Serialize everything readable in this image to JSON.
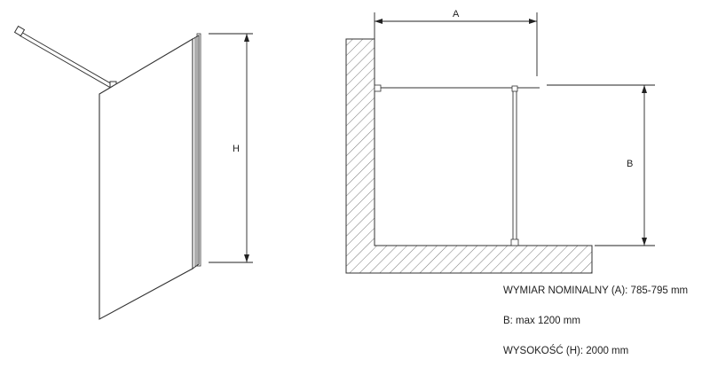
{
  "labels": {
    "height": "H",
    "width": "A",
    "depth": "B"
  },
  "specs": {
    "nominal": "WYMIAR NOMINALNY (A): 785-795 mm",
    "depth": "B: max 1200 mm",
    "height": "WYSOKOŚĆ (H): 2000 mm"
  }
}
